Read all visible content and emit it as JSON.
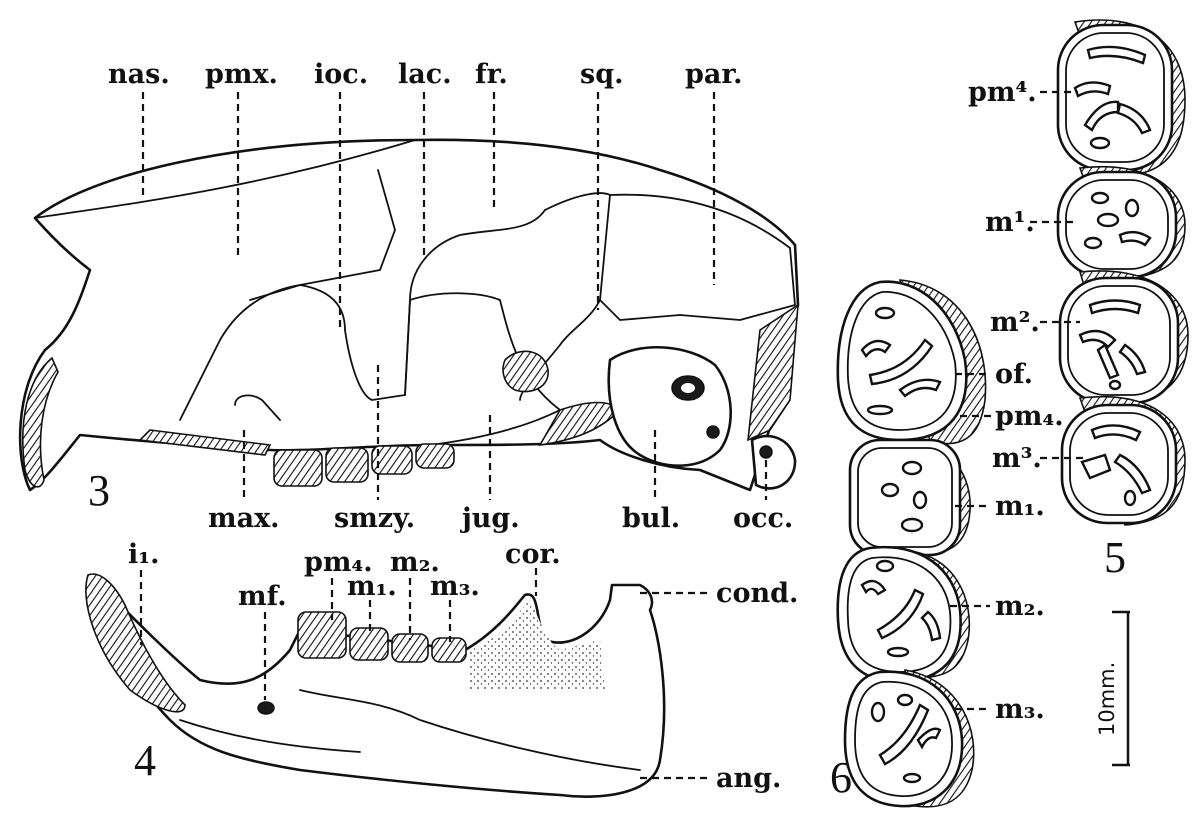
{
  "figures": [
    {
      "number": "3",
      "subject": "skull",
      "labels": [
        "nas.",
        "pmx.",
        "ioc.",
        "lac.",
        "fr.",
        "sq.",
        "par.",
        "max.",
        "smzy.",
        "jug.",
        "bul.",
        "occ."
      ]
    },
    {
      "number": "4",
      "subject": "mandible",
      "labels": [
        "i₁.",
        "mf.",
        "pm₄.",
        "m₁.",
        "m₂.",
        "m₃.",
        "cor.",
        "cond.",
        "ang."
      ]
    },
    {
      "number": "5",
      "subject": "upper cheek teeth",
      "labels": [
        "pm⁴.",
        "m¹.",
        "m².",
        "m³."
      ]
    },
    {
      "number": "6",
      "subject": "lower cheek teeth",
      "labels": [
        "of.",
        "pm₄.",
        "m₁.",
        "m₂.",
        "m₃."
      ]
    }
  ],
  "scale_bar": "10mm."
}
